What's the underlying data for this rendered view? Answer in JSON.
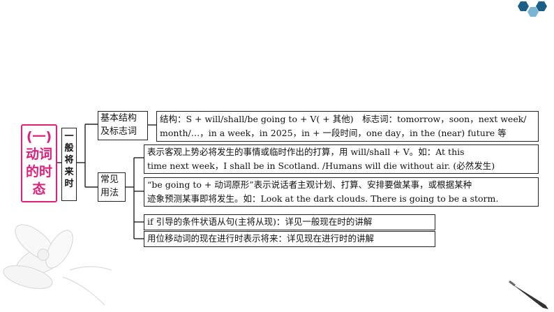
{
  "topic": {
    "title_line1": "(一)",
    "title_line2": "动词",
    "title_line3": "的时",
    "title_line4": "态"
  },
  "tense": {
    "chars": [
      "一",
      "般",
      "将",
      "来",
      "时"
    ]
  },
  "structure": {
    "label_line1": "基本结构",
    "label_line2": "及标志词",
    "content_line1": "结构：S + will/shall/be going to + V( + 其他)　标志词：tomorrow，soon，next week/",
    "content_line2": "month/…，in a week，in 2025，in + 一段时间，one day，in the (near) future 等"
  },
  "usage": {
    "label_line1": "常见",
    "label_line2": "用法",
    "items": [
      {
        "line1": "表示客观上势必将发生的事情或临时作出的打算，用 will/shall + V。如：At this",
        "line2": "time next week，I shall be in Scotland. /Humans will die without air. (必然发生)"
      },
      {
        "line1": "“be going to + 动词原形”表示说话者主观计划、打算、安排要做某事，或根据某种",
        "line2": "迹象预测某事即将发生。如：Look at the dark clouds. There is going to be a storm."
      },
      {
        "line1": "if 引导的条件状语从句(主将从现)：详见一般现在时的讲解"
      },
      {
        "line1": "用位移动词的现在进行时表示将来：详见现在进行时的讲解"
      }
    ]
  },
  "colors": {
    "accent": "#e0207a",
    "hex_dark": "#1c5f86",
    "hex_light": "#79b6d6"
  }
}
